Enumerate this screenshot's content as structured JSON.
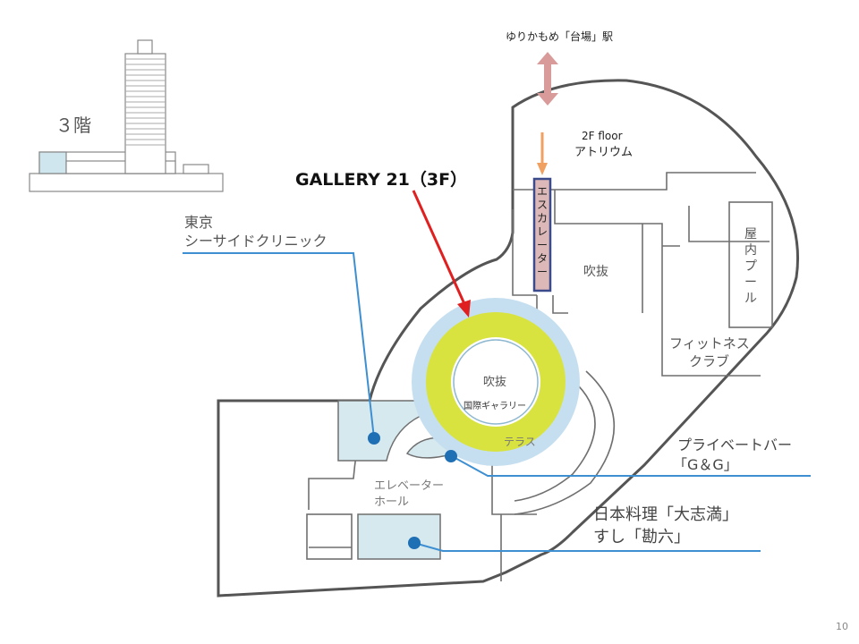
{
  "floor_label": "３階",
  "gallery_title": "GALLERY 21（3F）",
  "station_label": "ゆりかもめ「台場」駅",
  "floor2": {
    "line1": "2F floor",
    "line2": "アトリウム"
  },
  "escalator_label": [
    "エ",
    "ス",
    "カ",
    "レ",
    "ー",
    "タ",
    "ー"
  ],
  "fukinuke_upper": "吹抜",
  "fukinuke_center": "吹抜",
  "kokusai_gallery": "国際ギャラリー",
  "terrace": "テラス",
  "pool_label": [
    "屋",
    "内",
    "プ",
    "ー",
    "ル"
  ],
  "fitness": {
    "line1": "フィットネス",
    "line2": "クラブ"
  },
  "elevator_hall": {
    "line1": "エレベーター",
    "line2": "ホール"
  },
  "clinic": {
    "line1": "東京",
    "line2": "シーサイドクリニック"
  },
  "bar": {
    "line1": "プライベートバー",
    "line2": "「G＆G」"
  },
  "restaurant": {
    "line1": "日本料理「大志満」",
    "line2": "すし「勘六」"
  },
  "page_number": "10",
  "colors": {
    "outline": "#555555",
    "highlight_ring": "#d8e33f",
    "shop_fill": "#d6e9ef",
    "leader_line": "#3d8fd1",
    "marker": "#1f6fb5",
    "red_arrow": "#e02020",
    "escalator_fill": "#dcb8b8",
    "escalator_stroke": "#3a4a8a",
    "pink_arrow": "#d99a9a",
    "orange_arrow": "#f0a060"
  }
}
